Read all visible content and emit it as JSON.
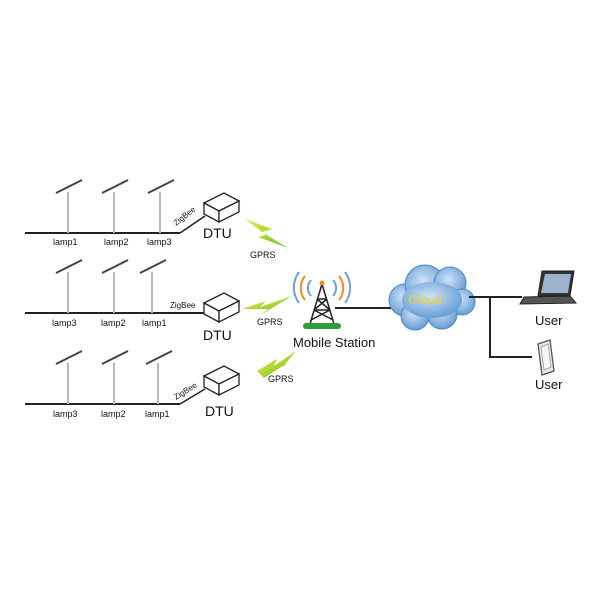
{
  "rows": [
    {
      "lamps": [
        "lamp1",
        "lamp2",
        "lamp3"
      ],
      "link": "ZigBee",
      "device": "DTU",
      "wireless": "GPRS"
    },
    {
      "lamps": [
        "lamp3",
        "lamp2",
        "lamp1"
      ],
      "link": "ZigBee",
      "device": "DTU",
      "wireless": "GPRS"
    },
    {
      "lamps": [
        "lamp3",
        "lamp2",
        "lamp1"
      ],
      "link": "ZigBee",
      "device": "DTU",
      "wireless": "GPRS"
    }
  ],
  "station": {
    "label": "Mobile Station"
  },
  "cloud": {
    "label": "Cloud"
  },
  "users": [
    {
      "label": "User"
    },
    {
      "label": "User"
    }
  ],
  "colors": {
    "line": "#222222",
    "lamp_pole": "#b8b8b8",
    "lightning_green": "#8fd13a",
    "lightning_yellow": "#e7ea3a",
    "cloud_blue": "#6fa8dc",
    "cloud_text": "#f2d21c",
    "tower_base": "#2f9e3a",
    "signal_orange": "#f08a24",
    "signal_blue": "#6f9fd8"
  }
}
